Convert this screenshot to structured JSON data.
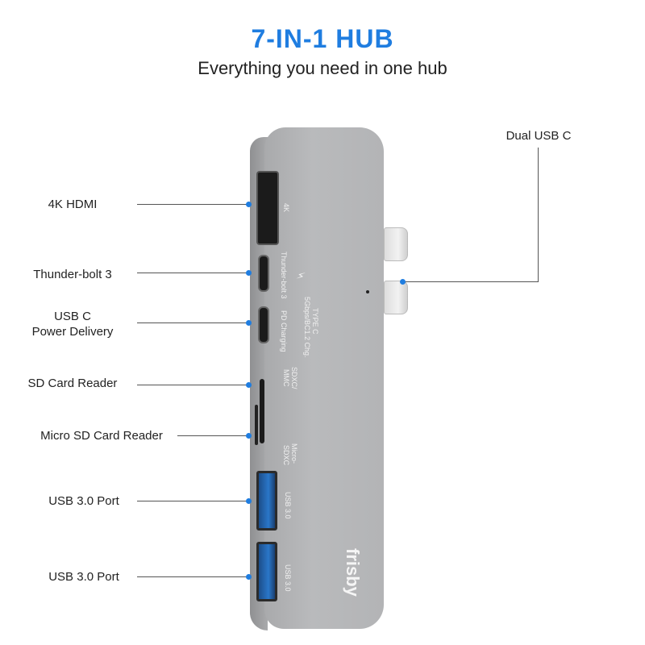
{
  "header": {
    "title": "7-IN-1 HUB",
    "subtitle": "Everything you need in one hub"
  },
  "accent_color": "#1f7de0",
  "callouts": [
    {
      "label": "4K HDMI"
    },
    {
      "label": "Thunder-bolt 3"
    },
    {
      "label_line1": "USB C",
      "label_line2": "Power Delivery"
    },
    {
      "label": "SD Card Reader"
    },
    {
      "label": "Micro SD Card Reader"
    },
    {
      "label": "USB 3.0 Port"
    },
    {
      "label": "USB 3.0 Port"
    },
    {
      "label": "Dual USB C"
    }
  ],
  "device": {
    "brand": "frisby",
    "engravings": {
      "hdmi": "4K",
      "thunderbolt": "Thunder-bolt 3",
      "pd": "PD Charging",
      "type_c_line1": "TYPE C",
      "type_c_line2": "5Gbps/BC1.2 Chg.",
      "sd_line1": "SDXC/",
      "sd_line2": "MMC",
      "microsd_line1": "Micro-",
      "microsd_line2": "SDXC",
      "usb_a_1": "USB 3.0",
      "usb_a_2": "USB 3.0"
    }
  }
}
